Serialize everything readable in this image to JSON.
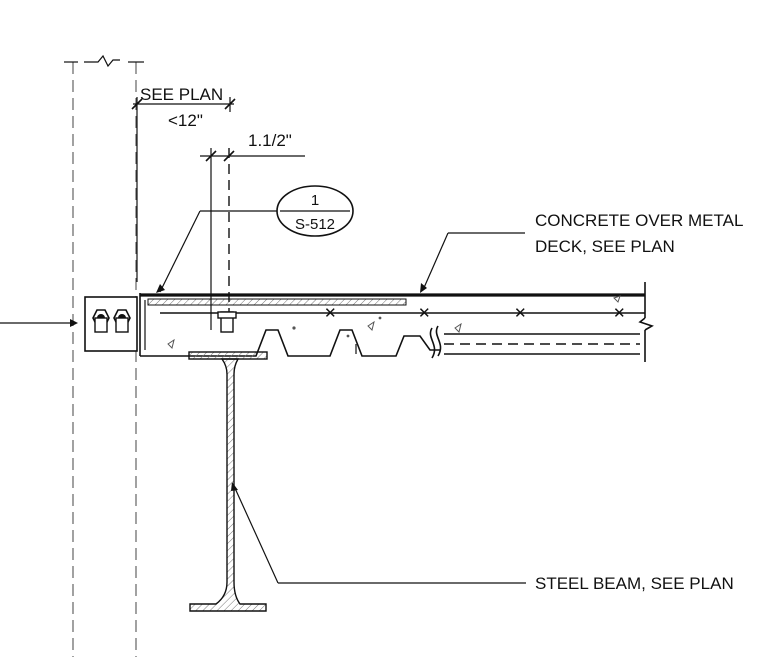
{
  "labels": {
    "see_plan_dim": "SEE PLAN",
    "dim_max": "<12\"",
    "dim_offset": "1.1/2\"",
    "detail_number": "1",
    "detail_sheet": "S-512",
    "deck_note_line1": "CONCRETE OVER METAL",
    "deck_note_line2": "DECK, SEE PLAN",
    "beam_note": "STEEL BEAM, SEE PLAN"
  },
  "colors": {
    "line": "#111111",
    "grid": "#555555",
    "hatch": "#666666",
    "background": "#ffffff"
  },
  "icons": [
    "section-arrow-icon",
    "bolt-icon",
    "detail-bubble-icon",
    "break-line-icon"
  ]
}
